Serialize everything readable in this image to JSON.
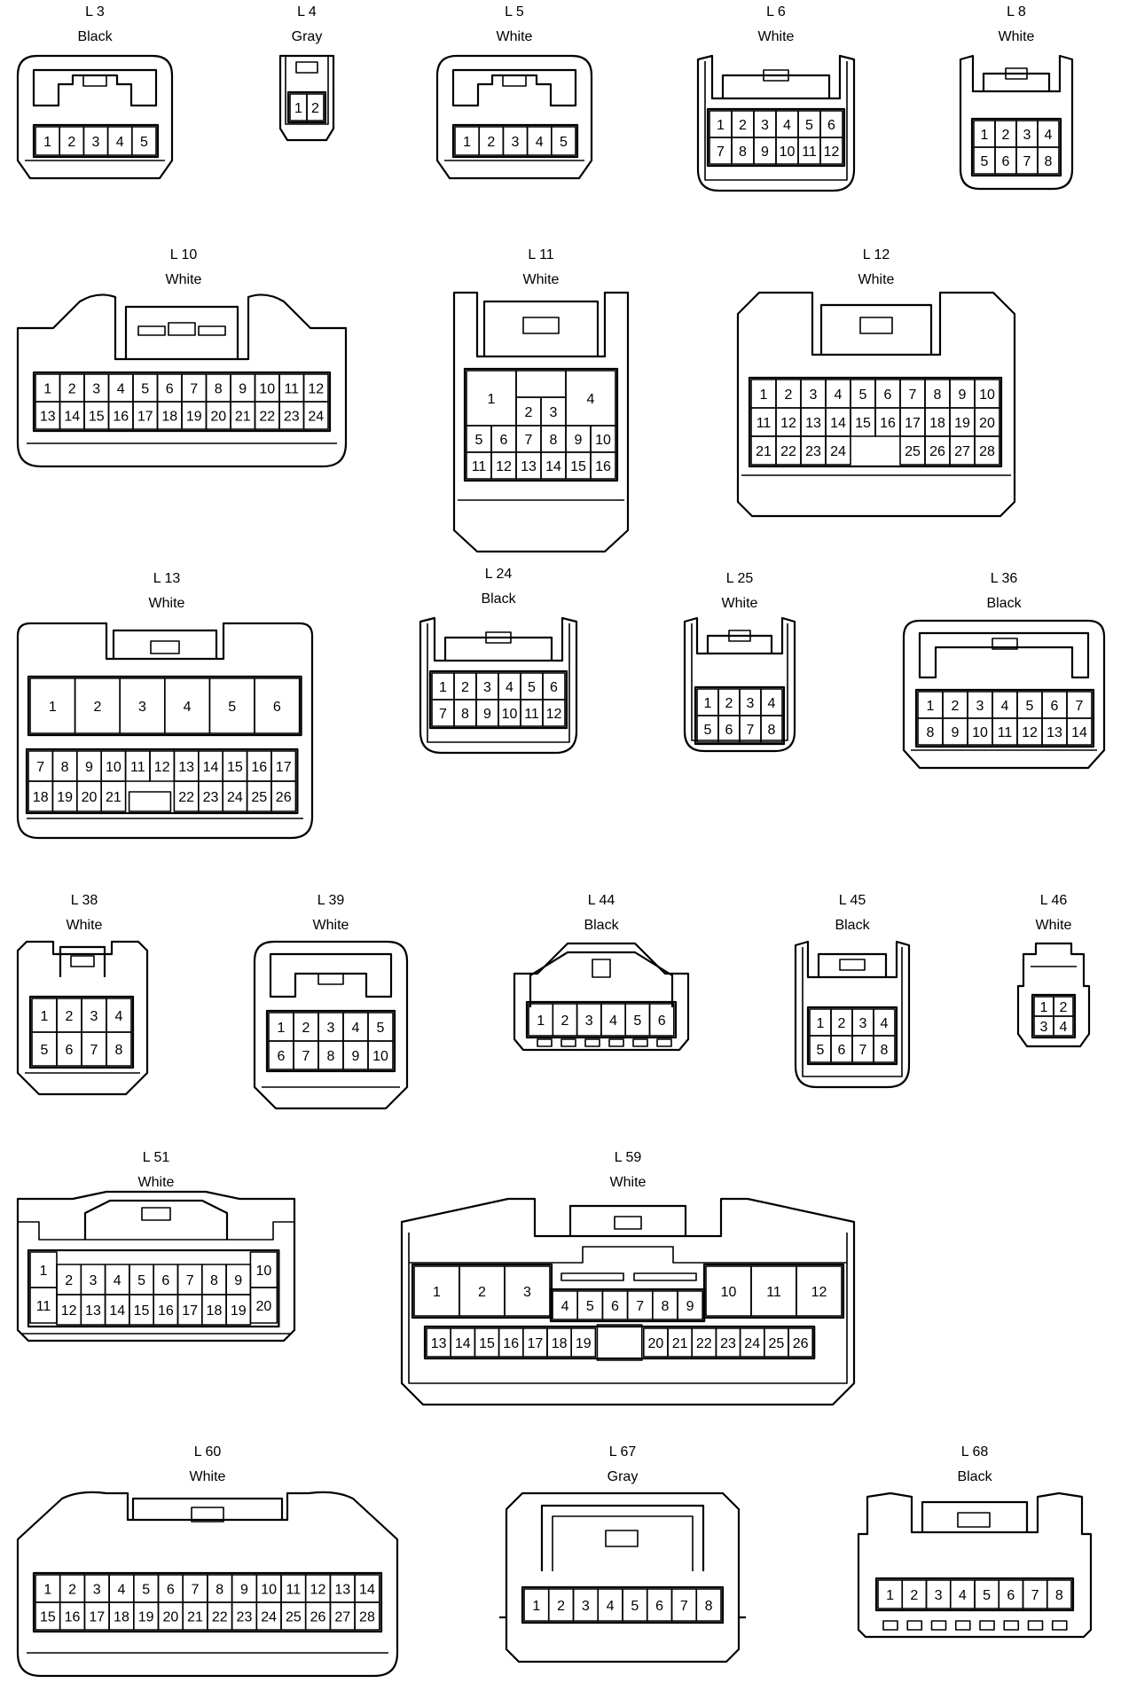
{
  "connectors": [
    {
      "id": "L 3",
      "color": "Black",
      "rows": [
        [
          "1",
          "2",
          "3",
          "4",
          "5"
        ]
      ]
    },
    {
      "id": "L 4",
      "color": "Gray",
      "rows": [
        [
          "1",
          "2"
        ]
      ]
    },
    {
      "id": "L 5",
      "color": "White",
      "rows": [
        [
          "1",
          "2",
          "3",
          "4",
          "5"
        ]
      ]
    },
    {
      "id": "L 6",
      "color": "White",
      "rows": [
        [
          "1",
          "2",
          "3",
          "4",
          "5",
          "6"
        ],
        [
          "7",
          "8",
          "9",
          "10",
          "11",
          "12"
        ]
      ]
    },
    {
      "id": "L 8",
      "color": "White",
      "rows": [
        [
          "1",
          "2",
          "3",
          "4"
        ],
        [
          "5",
          "6",
          "7",
          "8"
        ]
      ]
    },
    {
      "id": "L 10",
      "color": "White",
      "rows": [
        [
          "1",
          "2",
          "3",
          "4",
          "5",
          "6",
          "7",
          "8",
          "9",
          "10",
          "11",
          "12"
        ],
        [
          "13",
          "14",
          "15",
          "16",
          "17",
          "18",
          "19",
          "20",
          "21",
          "22",
          "23",
          "24"
        ]
      ]
    },
    {
      "id": "L 11",
      "color": "White",
      "rows": [
        [
          "1",
          "2",
          "3",
          "4"
        ],
        [
          "5",
          "6",
          "7",
          "8",
          "9",
          "10"
        ],
        [
          "11",
          "12",
          "13",
          "14",
          "15",
          "16"
        ]
      ]
    },
    {
      "id": "L 12",
      "color": "White",
      "rows": [
        [
          "1",
          "2",
          "3",
          "4",
          "5",
          "6",
          "7",
          "8",
          "9",
          "10"
        ],
        [
          "11",
          "12",
          "13",
          "14",
          "15",
          "16",
          "17",
          "18",
          "19",
          "20"
        ],
        [
          "21",
          "22",
          "23",
          "24",
          "25",
          "26",
          "27",
          "28"
        ]
      ]
    },
    {
      "id": "L 13",
      "color": "White",
      "rows": [
        [
          "1",
          "2",
          "3",
          "4",
          "5",
          "6"
        ],
        [
          "7",
          "8",
          "9",
          "10",
          "11",
          "12",
          "13",
          "14",
          "15",
          "16",
          "17"
        ],
        [
          "18",
          "19",
          "20",
          "21",
          "22",
          "23",
          "24",
          "25",
          "26"
        ]
      ]
    },
    {
      "id": "L 24",
      "color": "Black",
      "rows": [
        [
          "1",
          "2",
          "3",
          "4",
          "5",
          "6"
        ],
        [
          "7",
          "8",
          "9",
          "10",
          "11",
          "12"
        ]
      ]
    },
    {
      "id": "L 25",
      "color": "White",
      "rows": [
        [
          "1",
          "2",
          "3",
          "4"
        ],
        [
          "5",
          "6",
          "7",
          "8"
        ]
      ]
    },
    {
      "id": "L 36",
      "color": "Black",
      "rows": [
        [
          "1",
          "2",
          "3",
          "4",
          "5",
          "6",
          "7"
        ],
        [
          "8",
          "9",
          "10",
          "11",
          "12",
          "13",
          "14"
        ]
      ]
    },
    {
      "id": "L 38",
      "color": "White",
      "rows": [
        [
          "1",
          "2",
          "3",
          "4"
        ],
        [
          "5",
          "6",
          "7",
          "8"
        ]
      ]
    },
    {
      "id": "L 39",
      "color": "White",
      "rows": [
        [
          "1",
          "2",
          "3",
          "4",
          "5"
        ],
        [
          "6",
          "7",
          "8",
          "9",
          "10"
        ]
      ]
    },
    {
      "id": "L 44",
      "color": "Black",
      "rows": [
        [
          "1",
          "2",
          "3",
          "4",
          "5",
          "6"
        ]
      ]
    },
    {
      "id": "L 45",
      "color": "Black",
      "rows": [
        [
          "1",
          "2",
          "3",
          "4"
        ],
        [
          "5",
          "6",
          "7",
          "8"
        ]
      ]
    },
    {
      "id": "L 46",
      "color": "White",
      "rows": [
        [
          "1",
          "2"
        ],
        [
          "3",
          "4"
        ]
      ]
    },
    {
      "id": "L 51",
      "color": "White",
      "rows": [
        [
          "1",
          "2",
          "3",
          "4",
          "5",
          "6",
          "7",
          "8",
          "9",
          "10"
        ],
        [
          "11",
          "12",
          "13",
          "14",
          "15",
          "16",
          "17",
          "18",
          "19",
          "20"
        ]
      ]
    },
    {
      "id": "L 59",
      "color": "White",
      "rows": [
        [
          "1",
          "2",
          "3",
          "10",
          "11",
          "12"
        ],
        [
          "4",
          "5",
          "6",
          "7",
          "8",
          "9"
        ],
        [
          "13",
          "14",
          "15",
          "16",
          "17",
          "18",
          "19",
          "20",
          "21",
          "22",
          "23",
          "24",
          "25",
          "26"
        ]
      ]
    },
    {
      "id": "L 60",
      "color": "White",
      "rows": [
        [
          "1",
          "2",
          "3",
          "4",
          "5",
          "6",
          "7",
          "8",
          "9",
          "10",
          "11",
          "12",
          "13",
          "14"
        ],
        [
          "15",
          "16",
          "17",
          "18",
          "19",
          "20",
          "21",
          "22",
          "23",
          "24",
          "25",
          "26",
          "27",
          "28"
        ]
      ]
    },
    {
      "id": "L 67",
      "color": "Gray",
      "rows": [
        [
          "1",
          "2",
          "3",
          "4",
          "5",
          "6",
          "7",
          "8"
        ]
      ]
    },
    {
      "id": "L 68",
      "color": "Black",
      "rows": [
        [
          "1",
          "2",
          "3",
          "4",
          "5",
          "6",
          "7",
          "8"
        ]
      ]
    }
  ]
}
